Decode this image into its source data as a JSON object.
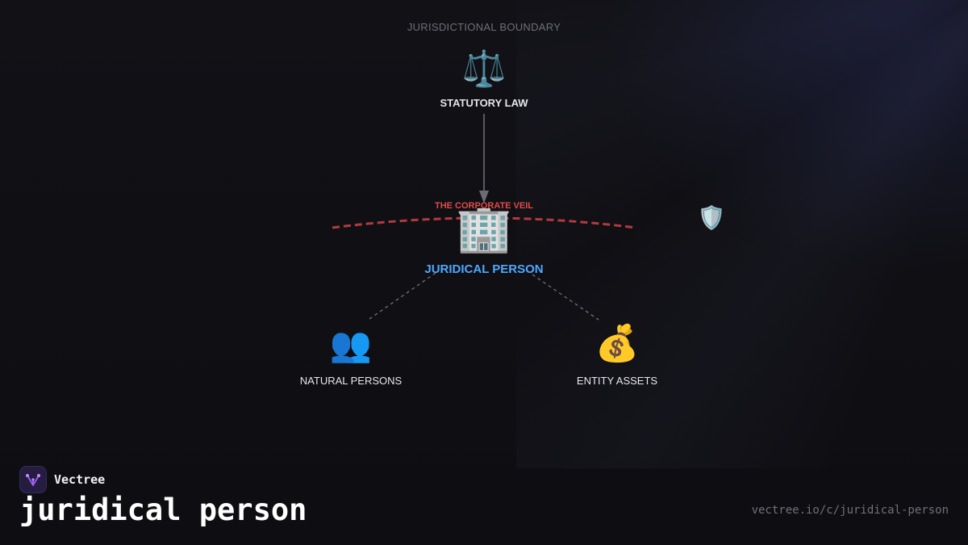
{
  "diagram": {
    "boundary_label": "JURISDICTIONAL BOUNDARY",
    "veil_label": "THE CORPORATE VEIL",
    "nodes": {
      "statutory_law": {
        "label": "STATUTORY LAW",
        "icon": "⚖️",
        "icon_name": "scales-icon"
      },
      "juridical_person": {
        "label": "JURIDICAL PERSON",
        "icon": "🏢",
        "icon_name": "office-building-icon"
      },
      "natural_persons": {
        "label": "NATURAL PERSONS",
        "icon": "👥",
        "icon_name": "people-icon"
      },
      "entity_assets": {
        "label": "ENTITY ASSETS",
        "icon": "💰",
        "icon_name": "money-bag-icon"
      },
      "shield": {
        "icon": "🛡️",
        "icon_name": "shield-icon"
      }
    }
  },
  "footer": {
    "brand_name": "Vectree",
    "title": "juridical person",
    "url": "vectree.io/c/juridical-person"
  },
  "colors": {
    "background": "#0f0f13",
    "veil": "#b23a3f",
    "veil_label": "#e04b4b",
    "juridical_label": "#4ea8ff",
    "connector": "#7a7a82",
    "logo_accent": "#a05cff"
  }
}
